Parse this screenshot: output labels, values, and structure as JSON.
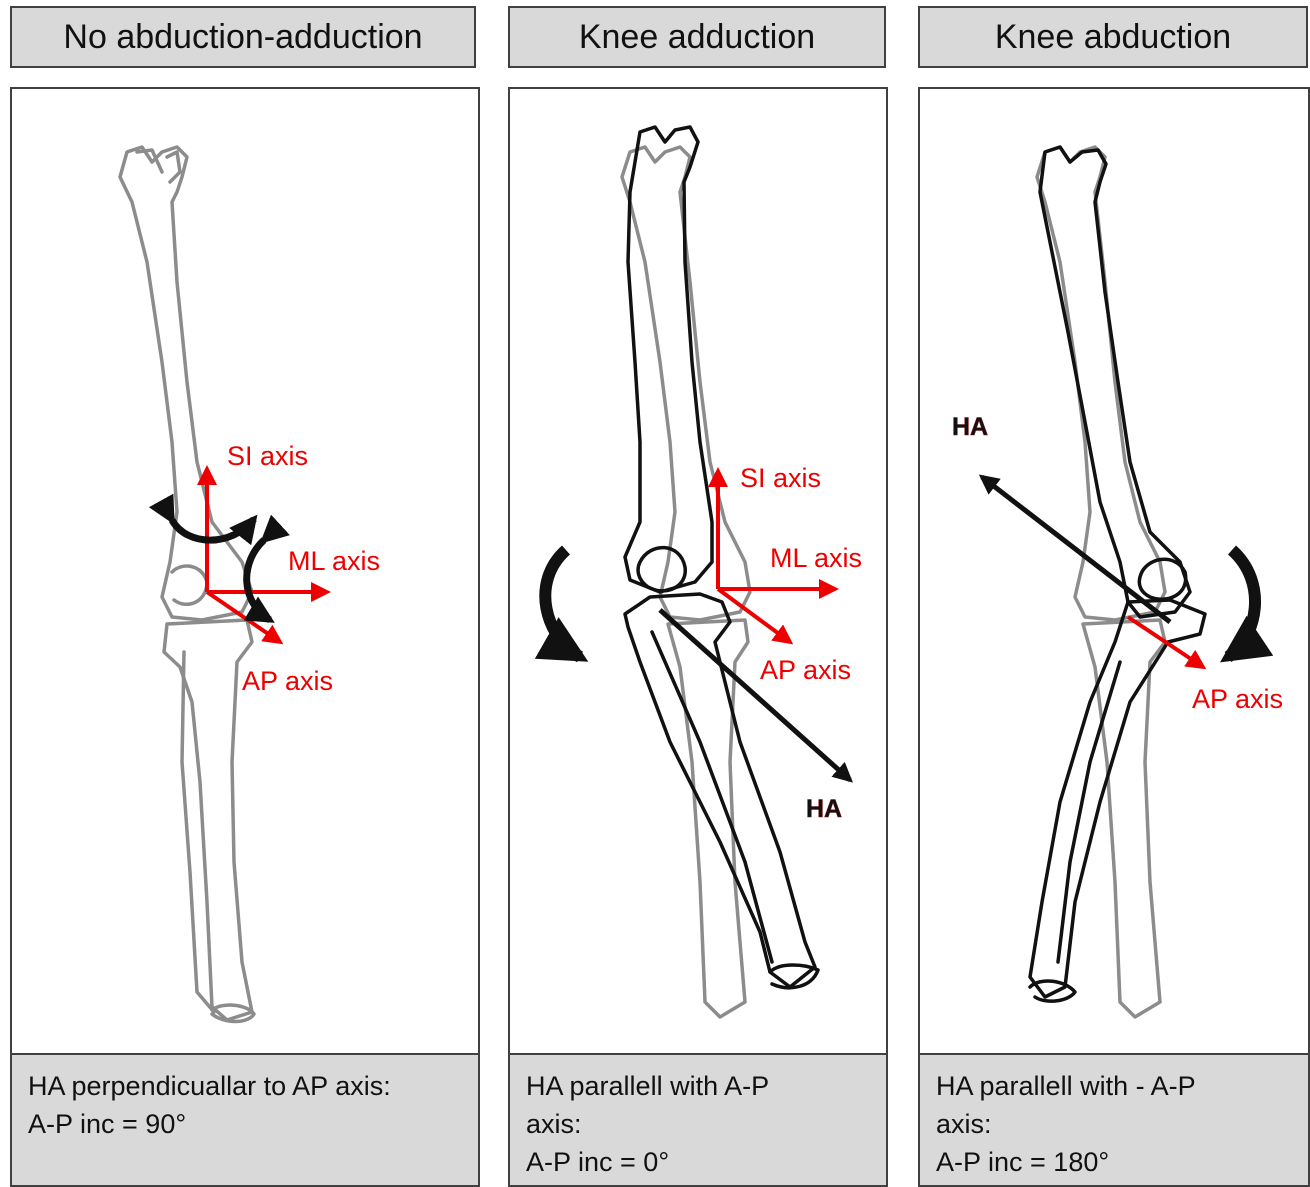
{
  "panels": [
    {
      "title": "No abduction-adduction",
      "caption_lines": [
        "HA perpendicuallar to AP axis:",
        "A-P inc = 90°"
      ],
      "labels": {
        "si": "SI axis",
        "ml": "ML axis",
        "ap": "AP axis"
      }
    },
    {
      "title": "Knee adduction",
      "caption_lines": [
        "HA parallell with A-P",
        "axis:",
        "A-P inc = 0°"
      ],
      "labels": {
        "si": "SI axis",
        "ml": "ML axis",
        "ap": "AP axis",
        "ha": "HA"
      }
    },
    {
      "title": "Knee abduction",
      "caption_lines": [
        "HA parallell with - A-P",
        "axis:",
        "A-P inc = 180°"
      ],
      "labels": {
        "ap": "AP axis",
        "ha": "HA"
      }
    }
  ],
  "colors": {
    "axis": "#ee0000",
    "bone_neutral": "#8c8c8c",
    "bone_rotated": "#111111",
    "caption_bg": "#d9d9d9"
  }
}
